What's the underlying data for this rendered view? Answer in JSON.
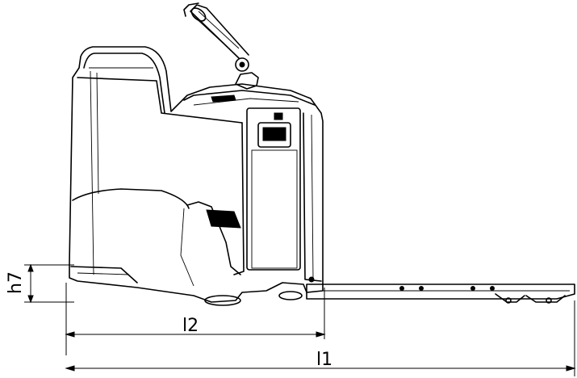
{
  "dimensions": {
    "height_label": "h7",
    "wheelbase_label": "l2",
    "overall_length_label": "l1"
  },
  "colors": {
    "stroke": "#000000",
    "background": "#ffffff"
  }
}
